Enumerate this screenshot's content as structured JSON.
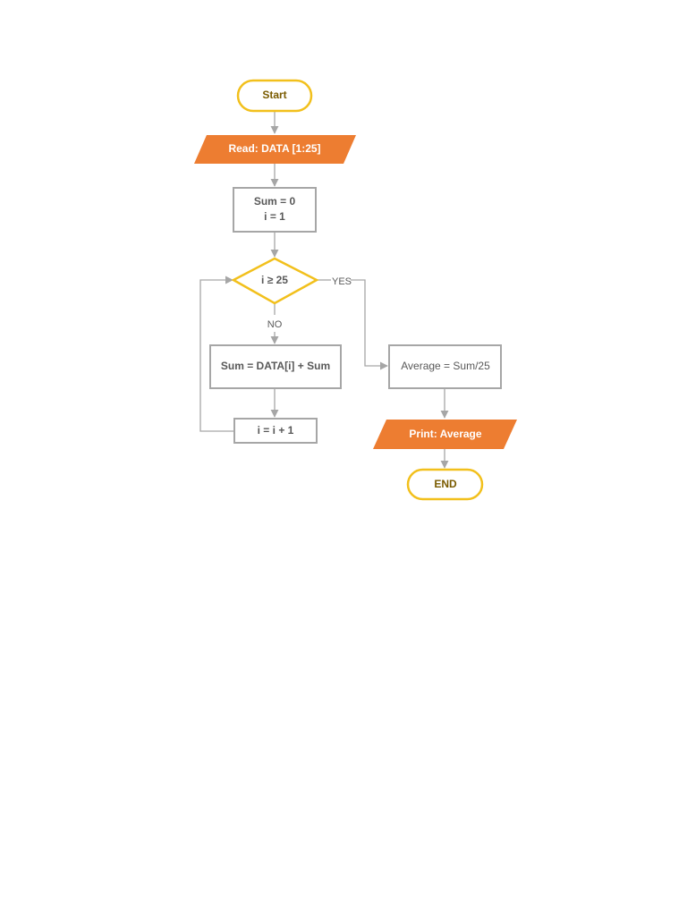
{
  "flowchart": {
    "colors": {
      "terminal_stroke": "#f2c01c",
      "terminal_text": "#7a5b00",
      "io_fill": "#ed7d31",
      "io_text": "#ffffff",
      "process_stroke": "#a6a6a6",
      "process_text": "#595959",
      "decision_stroke": "#f2c01c",
      "decision_text": "#595959",
      "arrow": "#a6a6a6"
    },
    "nodes": {
      "start": "Start",
      "read": "Read: DATA [1:25]",
      "init_sum": "Sum = 0",
      "init_i": "i = 1",
      "decision": "i  ≥ 25",
      "sum_update": "Sum = DATA[i] + Sum",
      "increment": "i = i + 1",
      "average": "Average = Sum/25",
      "print": "Print: Average",
      "end": "END"
    },
    "edge_labels": {
      "yes": "YES",
      "no": "NO"
    }
  }
}
